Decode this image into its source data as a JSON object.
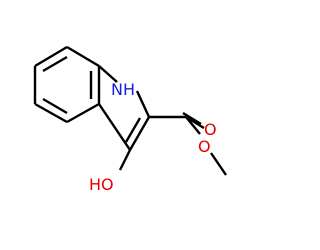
{
  "structure": {
    "atoms": {
      "nh": "NH",
      "ho": "HO",
      "o_ester": "O",
      "o_carbonyl": "O"
    },
    "colors": {
      "bond": "#000000",
      "nitrogen": "#1a1ae6",
      "oxygen": "#e60000"
    }
  }
}
